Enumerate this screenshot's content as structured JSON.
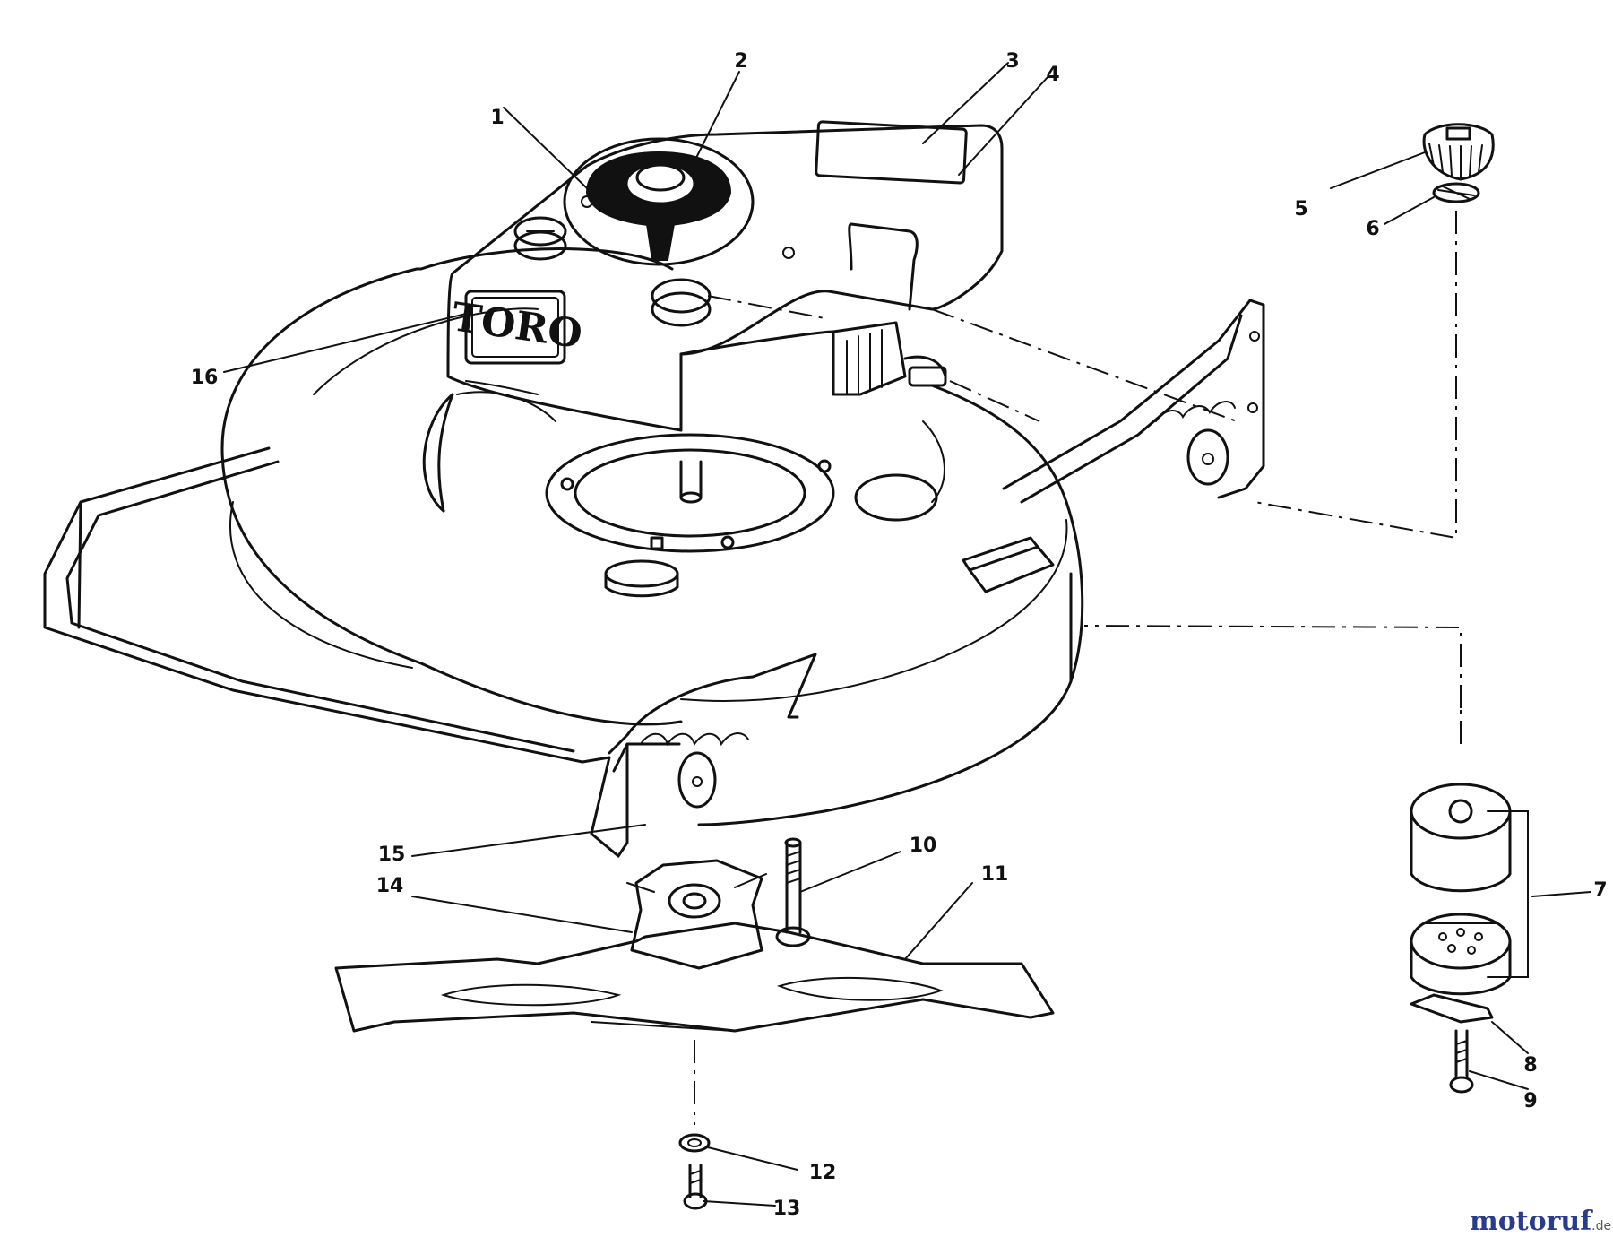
{
  "callouts": [
    {
      "number": "1"
    },
    {
      "number": "2"
    },
    {
      "number": "3"
    },
    {
      "number": "4"
    },
    {
      "number": "5"
    },
    {
      "number": "6"
    },
    {
      "number": "7"
    },
    {
      "number": "8"
    },
    {
      "number": "9"
    },
    {
      "number": "10"
    },
    {
      "number": "11"
    },
    {
      "number": "12"
    },
    {
      "number": "13"
    },
    {
      "number": "14"
    },
    {
      "number": "15"
    },
    {
      "number": "16"
    }
  ],
  "engine_logo": "TORO",
  "watermark": {
    "name": "motoruf",
    "suffix": ".de"
  },
  "colors": {
    "line": "#111111",
    "watermark_blue": "#2a3a8c",
    "watermark_green": "#3aa03a"
  }
}
